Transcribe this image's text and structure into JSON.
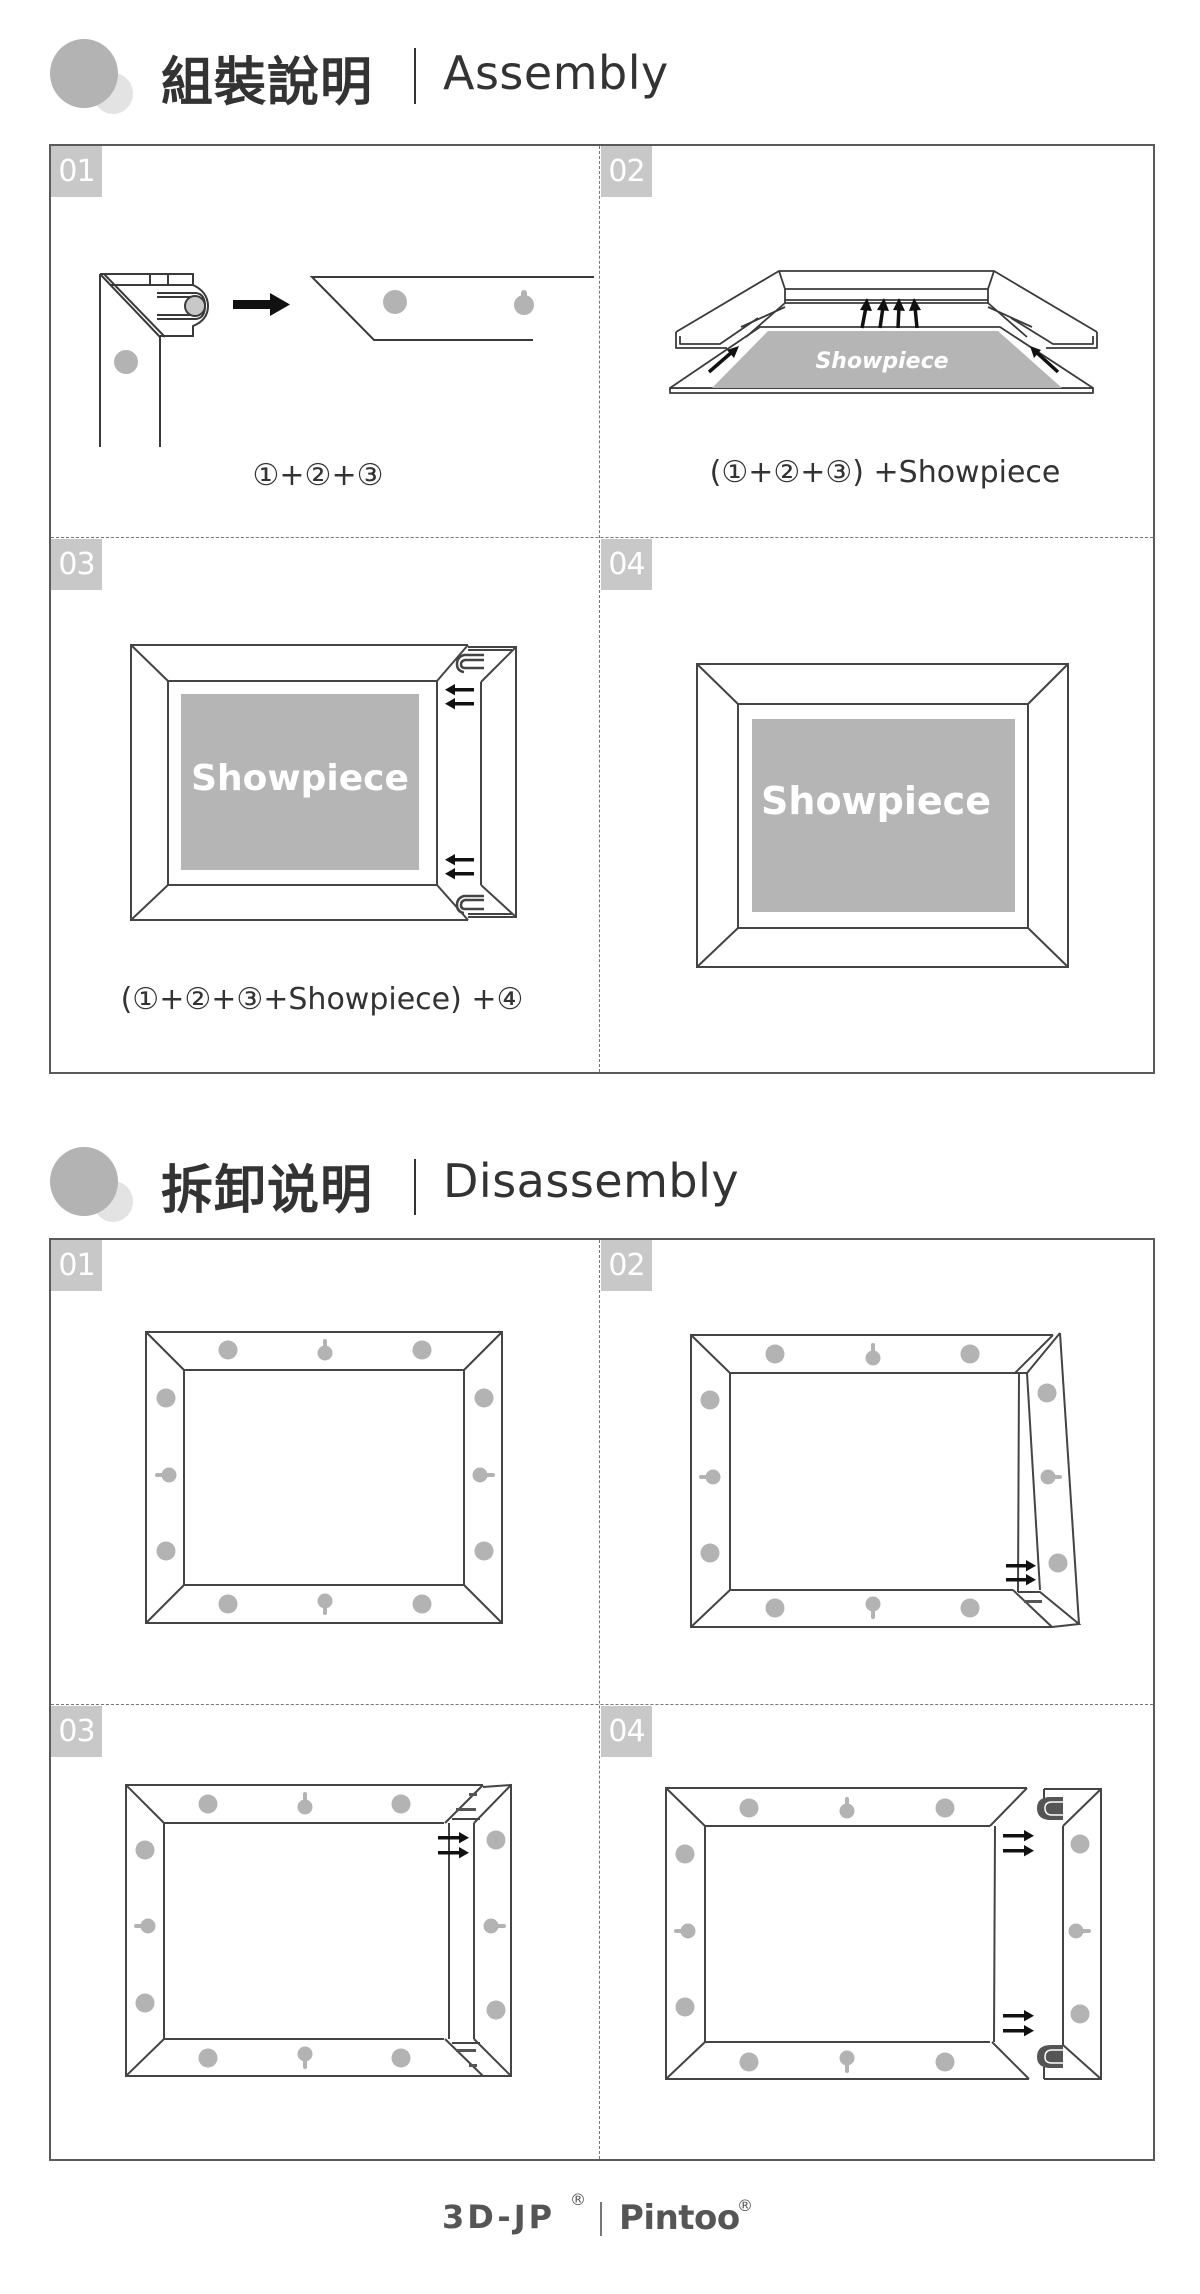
{
  "colors": {
    "line": "#555555",
    "dot": "#b3b3b3",
    "label_bg": "#c8c8c8",
    "showpiece": "#b5b5b5",
    "text": "#333333"
  },
  "assembly": {
    "title_zh": "組裝說明",
    "title_en": "Assembly",
    "steps": [
      {
        "label": "01",
        "caption": "①+②+③"
      },
      {
        "label": "02",
        "caption": "(①+②+③) +Showpiece",
        "showpiece_text": "Showpiece"
      },
      {
        "label": "03",
        "caption": "(①+②+③+Showpiece) +④",
        "showpiece_text": "Showpiece"
      },
      {
        "label": "04",
        "caption": "",
        "showpiece_text": "Showpiece"
      }
    ]
  },
  "disassembly": {
    "title_zh": "拆卸说明",
    "title_en": "Disassembly",
    "steps": [
      {
        "label": "01"
      },
      {
        "label": "02"
      },
      {
        "label": "03"
      },
      {
        "label": "04"
      }
    ]
  },
  "footer": {
    "brand_left": "3D-JP",
    "brand_right": "Pintoo",
    "registered_mark": "®"
  }
}
